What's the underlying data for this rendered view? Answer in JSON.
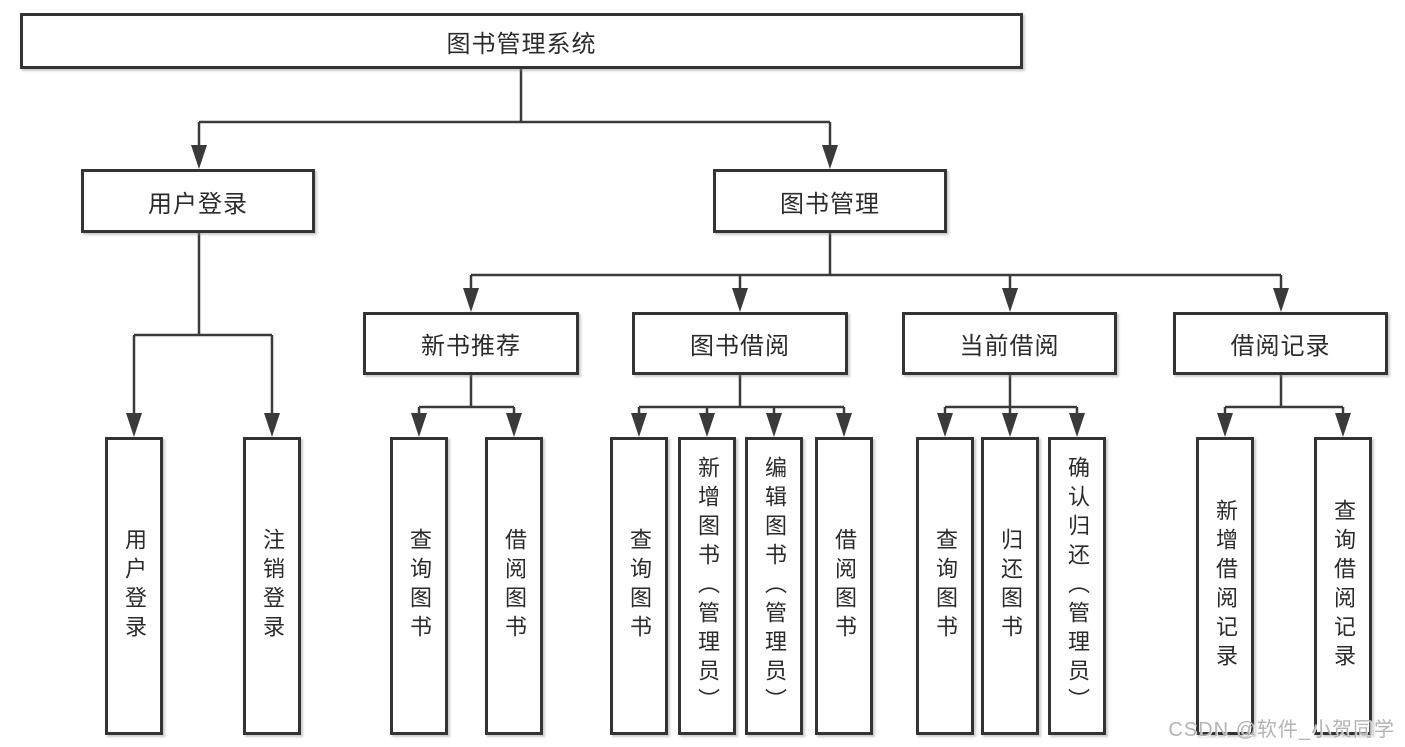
{
  "diagram": {
    "title": "图书管理系统",
    "colors": {
      "line": "#3a3a3a",
      "box_border": "#333333",
      "text": "#2b2b2b",
      "background": "#ffffff",
      "watermark": "#b4b4b4"
    },
    "root": {
      "label": "图书管理系统"
    },
    "level2": [
      {
        "id": "user-login",
        "label": "用户登录"
      },
      {
        "id": "book-management",
        "label": "图书管理"
      }
    ],
    "level3": [
      {
        "id": "new-book-recommend",
        "label": "新书推荐"
      },
      {
        "id": "book-borrowing",
        "label": "图书借阅"
      },
      {
        "id": "current-borrowing",
        "label": "当前借阅"
      },
      {
        "id": "borrowing-records",
        "label": "借阅记录"
      }
    ],
    "leaves": [
      {
        "parent": "user-login",
        "label": "用户登录"
      },
      {
        "parent": "user-login",
        "label": "注销登录"
      },
      {
        "parent": "new-book-recommend",
        "label": "查询图书"
      },
      {
        "parent": "new-book-recommend",
        "label": "借阅图书"
      },
      {
        "parent": "book-borrowing",
        "label": "查询图书"
      },
      {
        "parent": "book-borrowing",
        "label": "新增图书（管理员）"
      },
      {
        "parent": "book-borrowing",
        "label": "编辑图书（管理员）"
      },
      {
        "parent": "book-borrowing",
        "label": "借阅图书"
      },
      {
        "parent": "current-borrowing",
        "label": "查询图书"
      },
      {
        "parent": "current-borrowing",
        "label": "归还图书"
      },
      {
        "parent": "current-borrowing",
        "label": "确认归还（管理员）"
      },
      {
        "parent": "borrowing-records",
        "label": "新增借阅记录"
      },
      {
        "parent": "borrowing-records",
        "label": "查询借阅记录"
      }
    ],
    "watermark": "CSDN @软件_小贺同学"
  }
}
